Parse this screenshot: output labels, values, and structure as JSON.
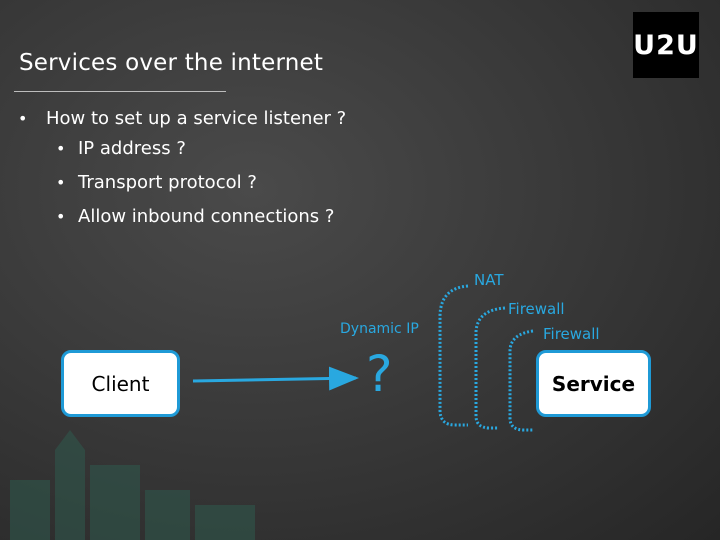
{
  "slide": {
    "title": "Services over the internet",
    "logo_text": "U2U",
    "bullets": [
      {
        "text": "How to set up a service listener ?",
        "level": 1
      },
      {
        "text": "IP address ?",
        "level": 2
      },
      {
        "text": "Transport protocol ?",
        "level": 2
      },
      {
        "text": "Allow inbound connections ?",
        "level": 2
      }
    ],
    "bullet_glyph": "•"
  },
  "diagram": {
    "client_label": "Client",
    "service_label": "Service",
    "question_mark": "?",
    "labels": {
      "nat": "NAT",
      "firewall_outer": "Firewall",
      "firewall_inner": "Firewall",
      "dynamic_ip": "Dynamic IP"
    }
  },
  "colors": {
    "accent": "#29a8e0",
    "box_border": "#1f9ad6",
    "background": "#3a3a3a"
  }
}
